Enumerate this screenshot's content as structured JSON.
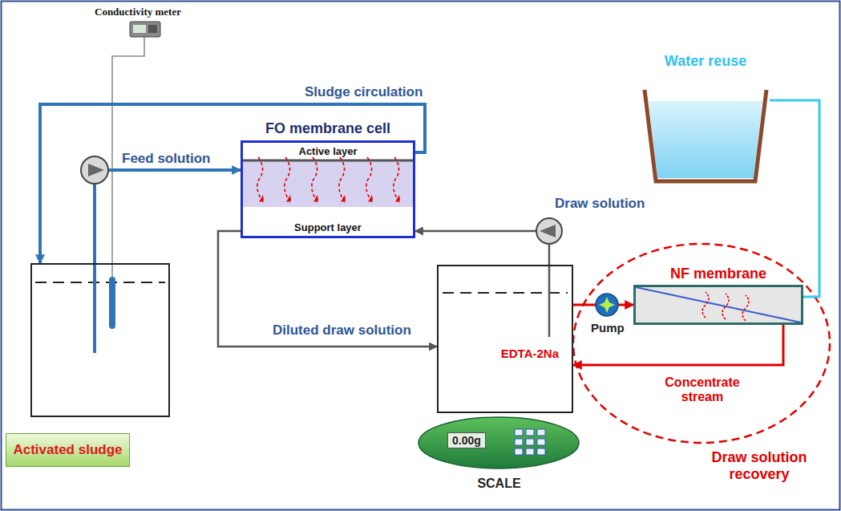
{
  "diagram": {
    "nodes": [
      {
        "text": [
          "Activated sludge"
        ]
      },
      {
        "text": [
          "FO membrane cell",
          "Active layer",
          "Support layer"
        ]
      },
      {
        "text": [
          "Water reuse"
        ]
      },
      {
        "text": [
          "EDTA-2Na"
        ]
      },
      {
        "text": [
          "NF membrane"
        ]
      },
      {
        "text": [
          "0.00g",
          "SCALE"
        ]
      }
    ],
    "edges": [
      {
        "from": 0,
        "to": 1,
        "arrow": "to",
        "label": "Feed solution"
      },
      {
        "from": 1,
        "to": 0,
        "arrow": "to",
        "label": "Sludge circulation"
      },
      {
        "from": 3,
        "to": 1,
        "arrow": "to",
        "label": "Draw solution"
      },
      {
        "from": 1,
        "to": 3,
        "arrow": "to",
        "label": "Diluted draw solution"
      },
      {
        "from": 3,
        "to": 4,
        "arrow": "to"
      },
      {
        "from": 4,
        "to": 3,
        "arrow": "to",
        "label": "Concentrate stream"
      },
      {
        "from": 4,
        "to": 2,
        "arrow": "none"
      }
    ],
    "labels": [
      "Conductivity meter",
      "Pump",
      "Draw solution recovery"
    ]
  }
}
